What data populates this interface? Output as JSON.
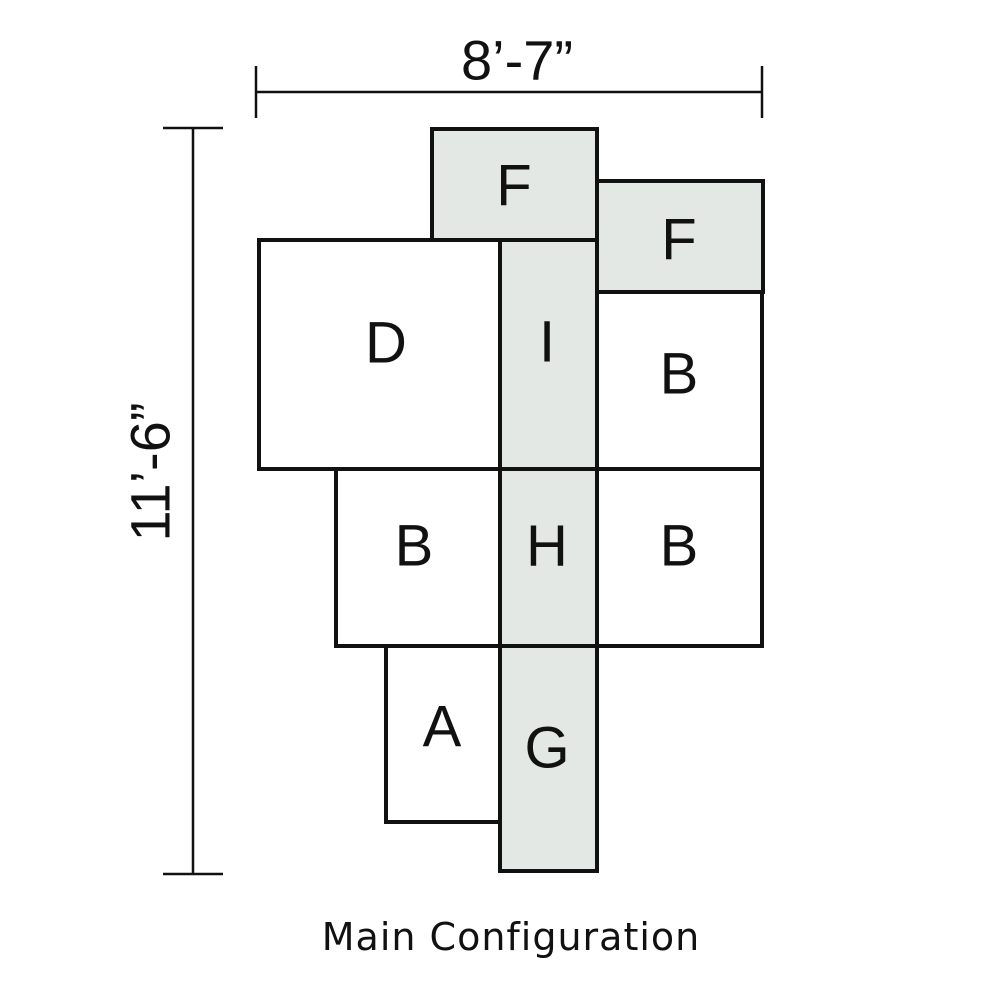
{
  "dimensions": {
    "width_label": "8’-7”",
    "height_label": "11’-6”"
  },
  "caption": "Main Configuration",
  "colors": {
    "shaded_fill": "#e3e8e5",
    "plain_fill": "#ffffff",
    "stroke": "#111111"
  },
  "tiles": [
    {
      "label": "F",
      "shaded": true
    },
    {
      "label": "F",
      "shaded": true
    },
    {
      "label": "D",
      "shaded": false
    },
    {
      "label": "I",
      "shaded": true
    },
    {
      "label": "B",
      "shaded": false
    },
    {
      "label": "B",
      "shaded": false
    },
    {
      "label": "H",
      "shaded": true
    },
    {
      "label": "B",
      "shaded": false
    },
    {
      "label": "A",
      "shaded": false
    },
    {
      "label": "G",
      "shaded": true
    }
  ]
}
